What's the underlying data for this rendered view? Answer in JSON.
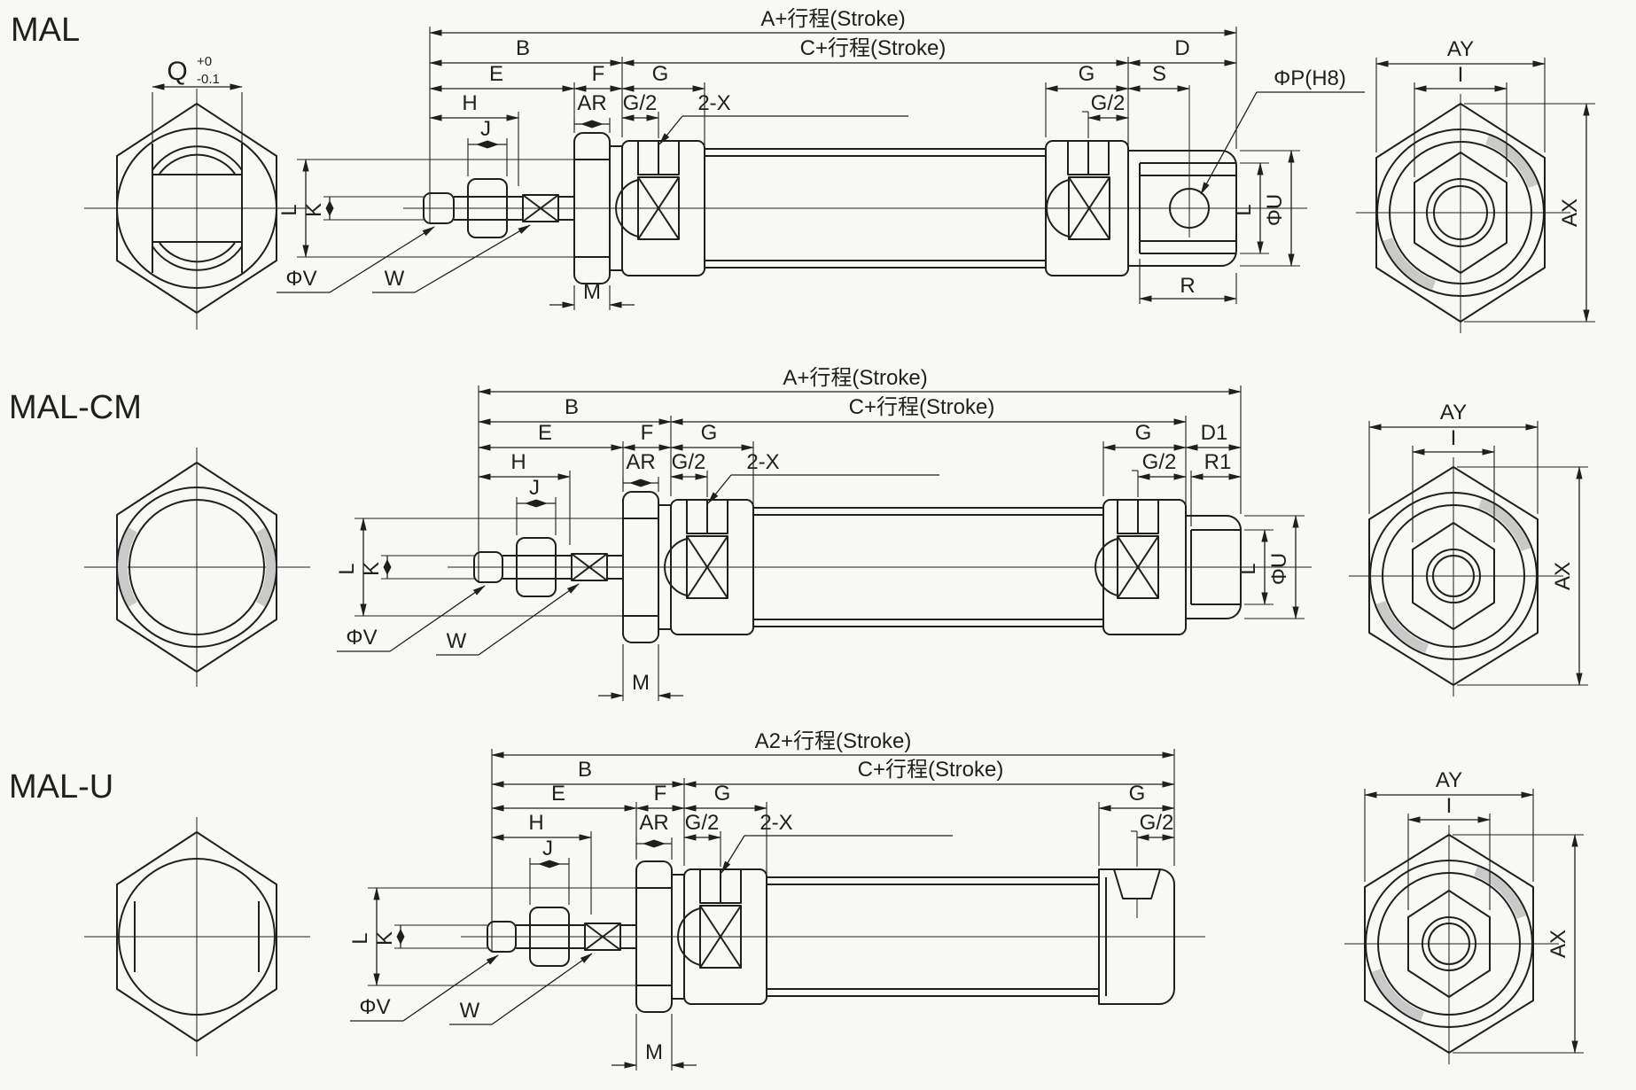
{
  "colors": {
    "background": "#f8f8f5",
    "line": "#1f1f1f",
    "shade": "#c9c9c9"
  },
  "sections": [
    {
      "title": "MAL",
      "left_view": {
        "q": "Q",
        "q_tol_upper": "+0",
        "q_tol_lower": "-0.1"
      },
      "side_view": {
        "a_stroke": "A+行程(Stroke)",
        "b": "B",
        "c_stroke": "C+行程(Stroke)",
        "d": "D",
        "e": "E",
        "f": "F",
        "g_front": "G",
        "g2_front": "G/2",
        "g_rear": "G",
        "g2_rear": "G/2",
        "s": "S",
        "h": "H",
        "ar": "AR",
        "two_x": "2-X",
        "j": "J",
        "k": "K",
        "l_left": "L",
        "l_right": "L",
        "phi_v": "ΦV",
        "w": "W",
        "m": "M",
        "phi_u": "ΦU",
        "r": "R",
        "phi_p": "ΦP(H8)"
      },
      "end_view": {
        "ay": "AY",
        "i": "I",
        "ax": "AX"
      }
    },
    {
      "title": "MAL-CM",
      "side_view": {
        "a_stroke": "A+行程(Stroke)",
        "b": "B",
        "c_stroke": "C+行程(Stroke)",
        "d1": "D1",
        "r1": "R1",
        "e": "E",
        "f": "F",
        "g_front": "G",
        "g2_front": "G/2",
        "g_rear": "G",
        "g2_rear": "G/2",
        "h": "H",
        "ar": "AR",
        "two_x": "2-X",
        "j": "J",
        "k": "K",
        "l_left": "L",
        "l_right": "L",
        "phi_v": "ΦV",
        "w": "W",
        "m": "M",
        "phi_u": "ΦU"
      },
      "end_view": {
        "ay": "AY",
        "i": "I",
        "ax": "AX"
      }
    },
    {
      "title": "MAL-U",
      "side_view": {
        "a_stroke": "A2+行程(Stroke)",
        "b": "B",
        "c_stroke": "C+行程(Stroke)",
        "e": "E",
        "f": "F",
        "g_front": "G",
        "g2_front": "G/2",
        "g_rear": "G",
        "g2_rear": "G/2",
        "h": "H",
        "ar": "AR",
        "two_x": "2-X",
        "j": "J",
        "k": "K",
        "l_left": "L",
        "phi_v": "ΦV",
        "w": "W",
        "m": "M"
      },
      "end_view": {
        "ay": "AY",
        "i": "I",
        "ax": "AX"
      }
    }
  ]
}
